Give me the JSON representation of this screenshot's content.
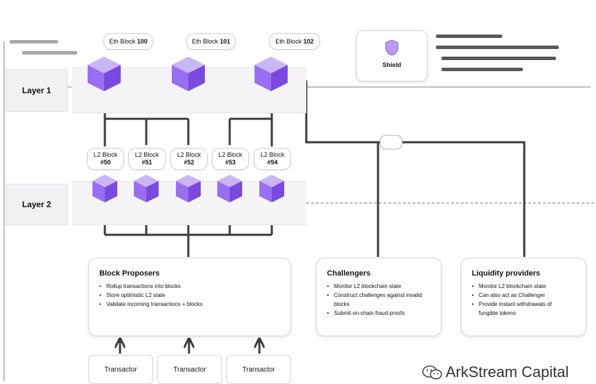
{
  "layers": [
    {
      "label": "Layer 1"
    },
    {
      "label": "Layer 2"
    }
  ],
  "eth_blocks": [
    {
      "prefix": "Eth Block",
      "number": "100"
    },
    {
      "prefix": "Eth Block",
      "number": "101"
    },
    {
      "prefix": "Eth Block",
      "number": "102"
    }
  ],
  "l2_blocks": [
    {
      "prefix": "L2 Block",
      "number": "#50"
    },
    {
      "prefix": "L2 Block",
      "number": "#51"
    },
    {
      "prefix": "L2 Block",
      "number": "#52"
    },
    {
      "prefix": "L2 Block",
      "number": "#53"
    },
    {
      "prefix": "L2 Block",
      "number": "#54"
    }
  ],
  "shield": {
    "label": "Shield",
    "icon": "shield-icon"
  },
  "block_proposers": {
    "title": "Block Proposers",
    "items": [
      "Rollup transactions into blocks",
      "Store optimistic L2 state",
      "Validate incoming transactions + blocks"
    ]
  },
  "challengers": {
    "title": "Challengers",
    "items": [
      "Monitor L2 blockchain state",
      "Construct challenges against invalid blocks",
      "Submit on-chain fraud proofs"
    ]
  },
  "liquidity_providers": {
    "title": "Liquidity providers",
    "items": [
      "Monitor L2 blockchain state",
      "Can also act as Challenger",
      "Provide instant withdrawals of fungible tokens"
    ]
  },
  "transactors": [
    {
      "label": "Transactor"
    },
    {
      "label": "Transactor"
    },
    {
      "label": "Transactor"
    }
  ],
  "watermark": {
    "text": "ArkStream Capital"
  },
  "colors": {
    "cube_top": "#c9b6f7",
    "cube_left": "#9a6ef2",
    "cube_right": "#7a49e0",
    "connector": "#3a3a3d",
    "band": "#f4f4f6"
  }
}
